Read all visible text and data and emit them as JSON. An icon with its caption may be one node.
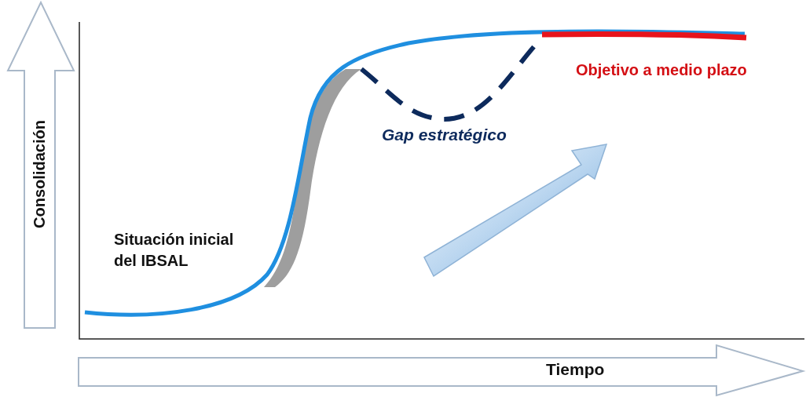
{
  "diagram": {
    "labels": [
      "Consolidación",
      "Situación inicial del IBSAL",
      "Gap estratégico",
      "Objetivo a medio plazo",
      "Tiempo"
    ]
  }
}
